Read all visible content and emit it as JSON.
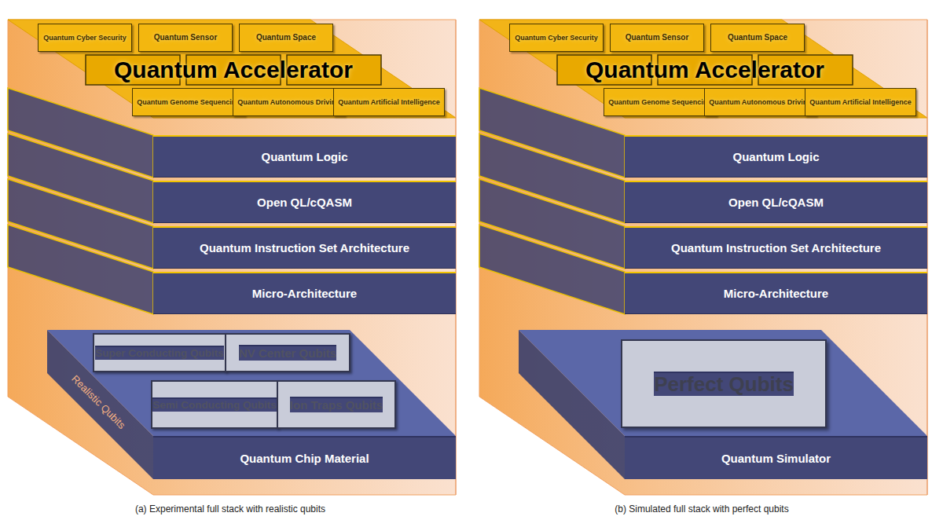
{
  "diagram": {
    "nodes": [
      {
        "text": [
          "Quantum Accelerator"
        ]
      },
      {
        "text": [
          "Quantum Cyber Security"
        ],
        "in": 0
      },
      {
        "text": [
          "Quantum Sensor"
        ],
        "in": 0
      },
      {
        "text": [
          "Quantum Space"
        ],
        "in": 0
      },
      {
        "text": [
          "Quantum Genome Sequencing"
        ],
        "in": 0
      },
      {
        "text": [
          "Quantum Autonomous Driving"
        ],
        "in": 0
      },
      {
        "text": [
          "Quantum Artificial Intelligence"
        ],
        "in": 0
      },
      {
        "text": [
          "Quantum Logic"
        ]
      },
      {
        "text": [
          "Open QL/cQASM"
        ]
      },
      {
        "text": [
          "Quantum Instruction Set Architecture"
        ]
      },
      {
        "text": [
          "Micro-Architecture"
        ]
      },
      {
        "text": [
          "Quantum Chip Material"
        ]
      },
      {
        "text": [
          "Super Conducting Qubits"
        ],
        "in": 11
      },
      {
        "text": [
          "NV Center Qubits"
        ],
        "in": 11
      },
      {
        "text": [
          "Semi Conducting Qubits"
        ],
        "in": 11
      },
      {
        "text": [
          "Ion Traps Qubits"
        ],
        "in": 11
      },
      {
        "text": [
          "Quantum Accelerator"
        ]
      },
      {
        "text": [
          "Quantum Cyber Security"
        ],
        "in": 16
      },
      {
        "text": [
          "Quantum Sensor"
        ],
        "in": 16
      },
      {
        "text": [
          "Quantum Space"
        ],
        "in": 16
      },
      {
        "text": [
          "Quantum Genome Sequencing"
        ],
        "in": 16
      },
      {
        "text": [
          "Quantum Autonomous Driving"
        ],
        "in": 16
      },
      {
        "text": [
          "Quantum Artificial Intelligence"
        ],
        "in": 16
      },
      {
        "text": [
          "Quantum Logic"
        ]
      },
      {
        "text": [
          "Open QL/cQASM"
        ]
      },
      {
        "text": [
          "Quantum Instruction Set Architecture"
        ]
      },
      {
        "text": [
          "Micro-Architecture"
        ]
      },
      {
        "text": [
          "Quantum Simulator"
        ]
      },
      {
        "text": [
          "Perfect Qubits"
        ],
        "in": 27
      }
    ],
    "labels": [
      "Realistic Qubits",
      "(a) Experimental full stack with realistic qubits",
      "(b) Simulated full stack with perfect qubits"
    ]
  }
}
